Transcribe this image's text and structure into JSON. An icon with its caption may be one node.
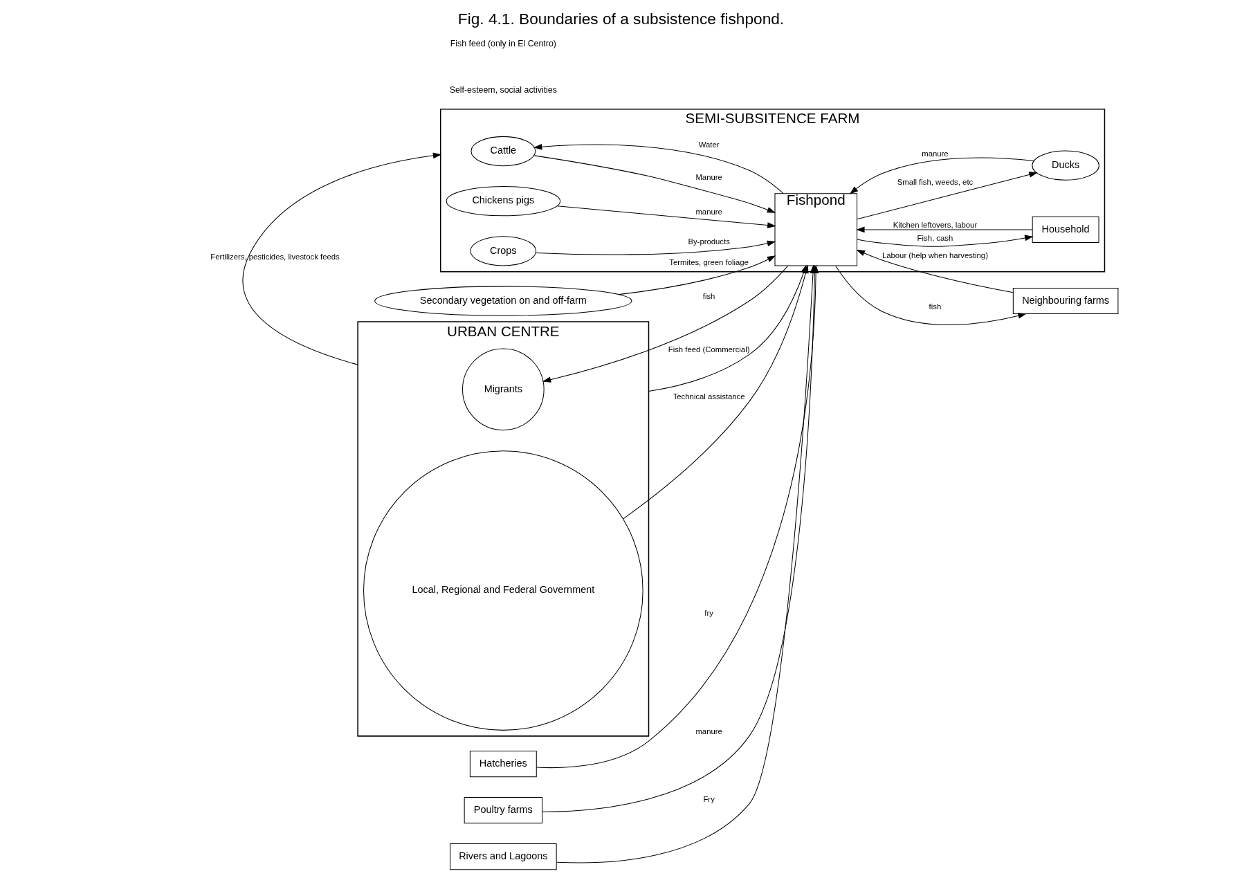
{
  "diagram": {
    "title": "Fig. 4.1. Boundaries of a subsistence fishpond.",
    "nodes": [
      {
        "text": [
          "Neighbouring farms"
        ]
      },
      {
        "text": [
          "Secondary vegetation on and off-farm"
        ]
      },
      {
        "text": [
          "SEMI-SUBSITENCE FARM"
        ]
      },
      {
        "text": [
          "Cattle"
        ],
        "in": 2
      },
      {
        "text": [
          "Household"
        ],
        "in": 2
      },
      {
        "text": [
          "Fishpond"
        ],
        "in": 2
      },
      {
        "text": [
          "Chickens pigs"
        ],
        "in": 2
      },
      {
        "text": [
          "Crops"
        ],
        "in": 2
      },
      {
        "text": [
          "Ducks"
        ],
        "in": 2
      },
      {
        "text": [
          "Hatcheries"
        ]
      },
      {
        "text": [
          "Poultry farms"
        ]
      },
      {
        "text": [
          "Rivers and Lagoons"
        ]
      },
      {
        "text": [
          "URBAN CENTRE"
        ]
      },
      {
        "text": [
          "Migrants"
        ],
        "in": 12
      },
      {
        "text": [
          "Local, Regional and Federal Government"
        ],
        "in": 12
      }
    ],
    "edges": [
      {
        "from": 5,
        "to": 0,
        "arrow": "to",
        "label": "fish"
      },
      {
        "from": 0,
        "to": 5,
        "arrow": "to",
        "label": "Labour (help when harvesting)"
      },
      {
        "from": 1,
        "to": 5,
        "arrow": "to",
        "label": "Termites, green foliage"
      },
      {
        "from": 3,
        "to": 5,
        "arrow": "to",
        "label": "Manure"
      },
      {
        "from": 5,
        "to": 3,
        "arrow": "to",
        "label": "Water"
      },
      {
        "from": 4,
        "to": 5,
        "arrow": "to",
        "label": "Kitchen leftovers, labour"
      },
      {
        "from": 5,
        "to": 4,
        "arrow": "to",
        "label": "Fish, cash"
      },
      {
        "from": 9,
        "to": 5,
        "arrow": "to",
        "label": "fry"
      },
      {
        "from": 6,
        "to": 5,
        "arrow": "to",
        "label": "manure"
      },
      {
        "from": 10,
        "to": 5,
        "arrow": "to",
        "label": "manure"
      },
      {
        "from": 7,
        "to": 5,
        "arrow": "to",
        "label": "By-products"
      },
      {
        "from": 11,
        "to": 5,
        "arrow": "to",
        "label": "Fry"
      },
      {
        "from": 5,
        "to": 8,
        "arrow": "to",
        "label": "Small fish, weeds, etc"
      },
      {
        "from": 8,
        "to": 5,
        "arrow": "to",
        "label": "manure"
      },
      {
        "from": 5,
        "to": 13,
        "arrow": "to",
        "label": "fish"
      },
      {
        "from": 12,
        "to": 5,
        "arrow": "to",
        "label": "Fish feed (Commercial)"
      },
      {
        "from": 12,
        "to": 2,
        "arrow": "to",
        "label": "Fertilizers, pesticides, livestock feeds"
      },
      {
        "from": 14,
        "to": 5,
        "arrow": "to",
        "label": "Technical assistance"
      }
    ],
    "labels": [
      "Self-esteem, social activities",
      "Fish feed (only in El Centro)"
    ]
  }
}
